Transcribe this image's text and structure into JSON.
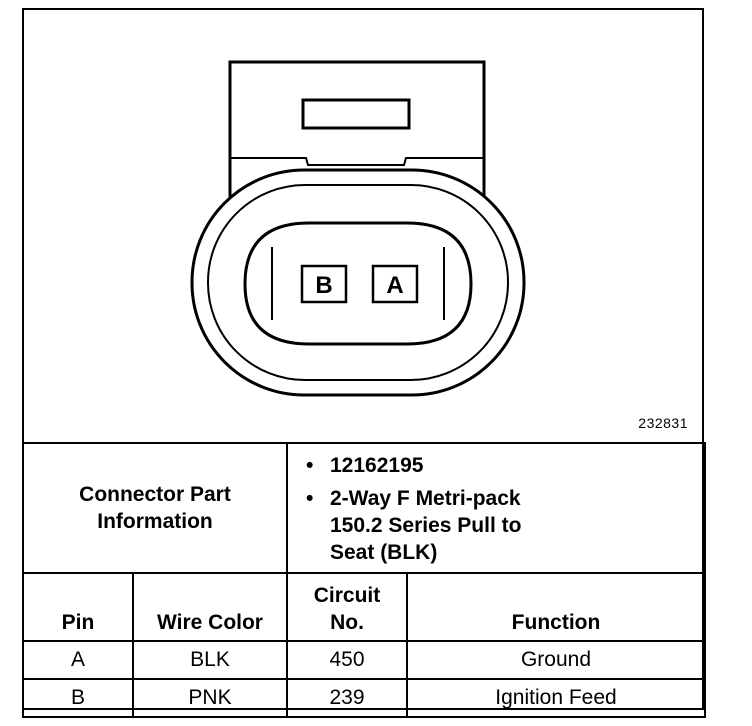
{
  "figure": {
    "number": "232831",
    "pins": [
      "B",
      "A"
    ]
  },
  "connector_info": {
    "label_line1": "Connector Part",
    "label_line2": "Information",
    "bullet": "•",
    "part_number": "12162195",
    "description_line1": "2-Way F Metri-pack",
    "description_line2": "150.2 Series Pull to",
    "description_line3": "Seat (BLK)"
  },
  "table": {
    "headers": {
      "pin": "Pin",
      "wire_color": "Wire Color",
      "circuit_line1": "Circuit",
      "circuit_line2": "No.",
      "function": "Function"
    },
    "rows": [
      {
        "pin": "A",
        "wire_color": "BLK",
        "circuit": "450",
        "function": "Ground"
      },
      {
        "pin": "B",
        "wire_color": "PNK",
        "circuit": "239",
        "function": "Ignition Feed"
      }
    ]
  }
}
